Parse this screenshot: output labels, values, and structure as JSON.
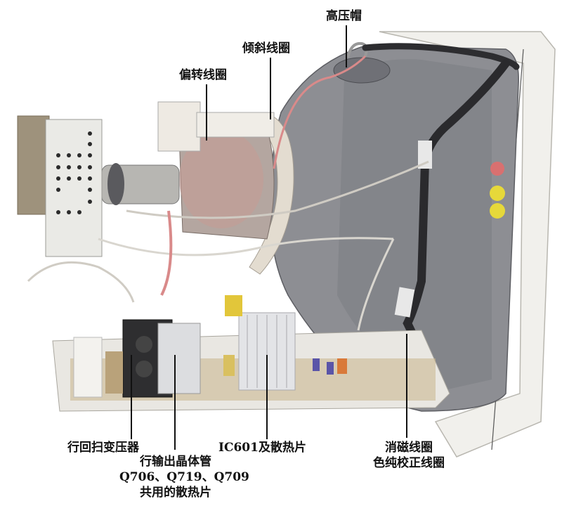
{
  "figure": {
    "subject": "CRT television chassis and picture tube, side view",
    "background": "#ffffff"
  },
  "callouts": [
    {
      "id": "anode-cap",
      "text": "高压帽",
      "position": "top"
    },
    {
      "id": "tilt-coil",
      "text": "倾斜线圈",
      "position": "top"
    },
    {
      "id": "deflection-yoke",
      "text": "偏转线圈",
      "position": "top"
    },
    {
      "id": "flyback-transformer",
      "text": "行回扫变压器",
      "position": "bottom"
    },
    {
      "id": "horizontal-output-transistor",
      "lines": [
        "行输出晶体管",
        "Q706、Q719、Q709",
        "共用的散热片"
      ],
      "position": "bottom"
    },
    {
      "id": "ic601-heatsink",
      "text": "IC601及散热片",
      "position": "bottom"
    },
    {
      "id": "degaussing-coil",
      "lines": [
        "消磁线圈",
        "色纯校正线圈"
      ],
      "position": "bottom"
    }
  ],
  "colors": {
    "tube_gray": "#8d8e93",
    "tube_dark": "#6f7076",
    "chassis_white": "#e9e7e2",
    "board_tan": "#c9b48a",
    "wire_pink": "#d98a8a",
    "wire_white": "#d9d6cf",
    "heatsink": "#dcdde0",
    "leader_line": "#111111"
  }
}
